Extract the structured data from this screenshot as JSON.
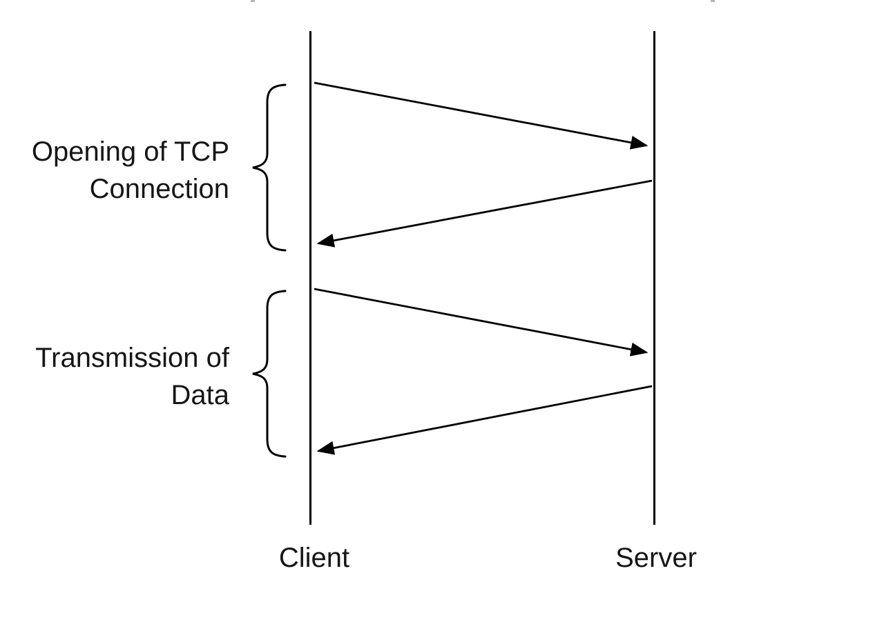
{
  "diagram": {
    "type": "sequence-diagram",
    "topic": "TCP connection lifecycle between a client and a server",
    "lifelines": {
      "client": "Client",
      "server": "Server"
    },
    "sections": {
      "opening": {
        "line1": "Opening of TCP",
        "line2": "Connection"
      },
      "transmission": {
        "line1": "Transmission of",
        "line2": "Data"
      }
    },
    "messages": [
      {
        "from": "Client",
        "to": "Server",
        "group": "Opening of TCP Connection"
      },
      {
        "from": "Server",
        "to": "Client",
        "group": "Opening of TCP Connection"
      },
      {
        "from": "Client",
        "to": "Server",
        "group": "Transmission of Data"
      },
      {
        "from": "Server",
        "to": "Client",
        "group": "Transmission of Data"
      }
    ],
    "colors": {
      "line": "#000000",
      "text": "#161616",
      "background": "#ffffff"
    }
  }
}
